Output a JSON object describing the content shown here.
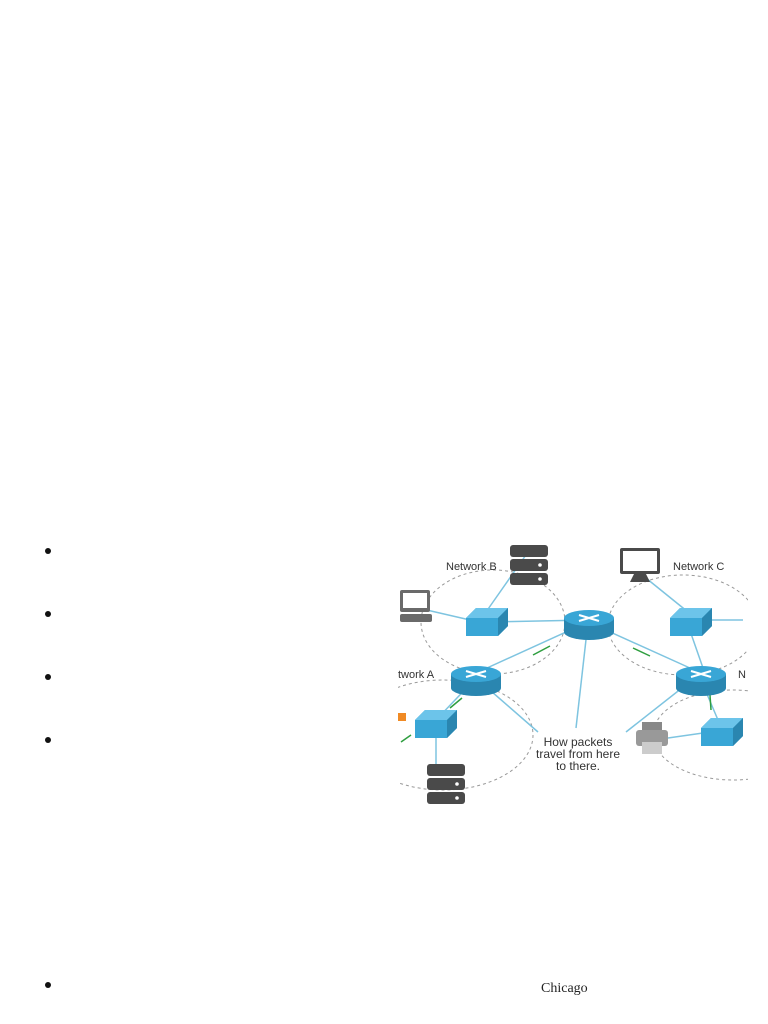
{
  "figure": {
    "network_labels": {
      "a": "twork A",
      "b": "Network B",
      "c": "Network C",
      "edge": "N"
    },
    "caption_lines": [
      "How packets",
      "travel from here",
      "to there."
    ],
    "colors": {
      "device_blue": "#39a6d6",
      "link_line": "#7ec4e0",
      "arrow_green": "#2e9e3f",
      "server_gray": "#4a4a4a"
    }
  },
  "footer": {
    "city": "Chicago"
  }
}
